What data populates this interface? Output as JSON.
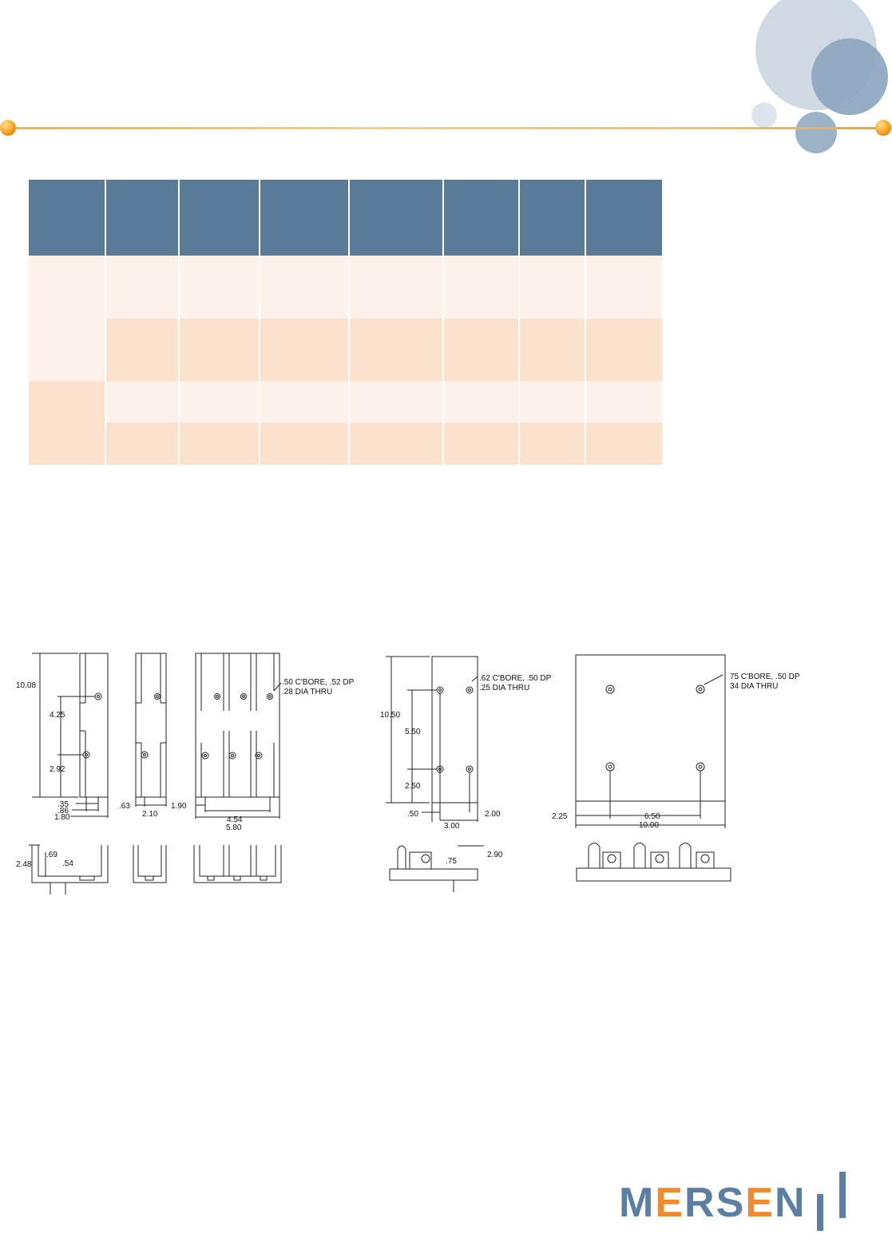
{
  "logo": {
    "brand": "MERSEN"
  },
  "colors": {
    "table_header": "#5a7b97",
    "row_light": "#fdf2ea",
    "row_dark": "#fce2cc",
    "accent_orange": "#f08a2c",
    "logo_blue": "#5b7ea5",
    "bubble_light": "#cfd9e3",
    "bubble_mid": "#8ba5bf"
  },
  "drawing": {
    "panel1": {
      "dims": [
        "10.08",
        "4.25",
        "2.92",
        ".35",
        ".86",
        "1.80"
      ],
      "side_dims": [
        "2.48",
        ".69",
        ".54"
      ]
    },
    "panel2": {
      "dims": [
        ".63",
        "2.10"
      ]
    },
    "panel3": {
      "dims": [
        "1.90",
        "4.54",
        "5.80"
      ],
      "note_line1": ".50 C'BORE, .52 DP",
      "note_line2": ".28 DIA THRU"
    },
    "panel4": {
      "dims": [
        "10.50",
        "5.50",
        "2.50",
        ".50",
        "3.00",
        "2.00"
      ],
      "side_dims": [
        ".75",
        "2.90"
      ],
      "note_line1": ".62 C'BORE, .50 DP",
      "note_line2": ".25 DIA THRU"
    },
    "panel5": {
      "dims": [
        "2.25",
        "6.50",
        "10.00"
      ],
      "note_line1": "75 C'BORE, .50 DP",
      "note_line2": "34 DIA THRU"
    }
  }
}
